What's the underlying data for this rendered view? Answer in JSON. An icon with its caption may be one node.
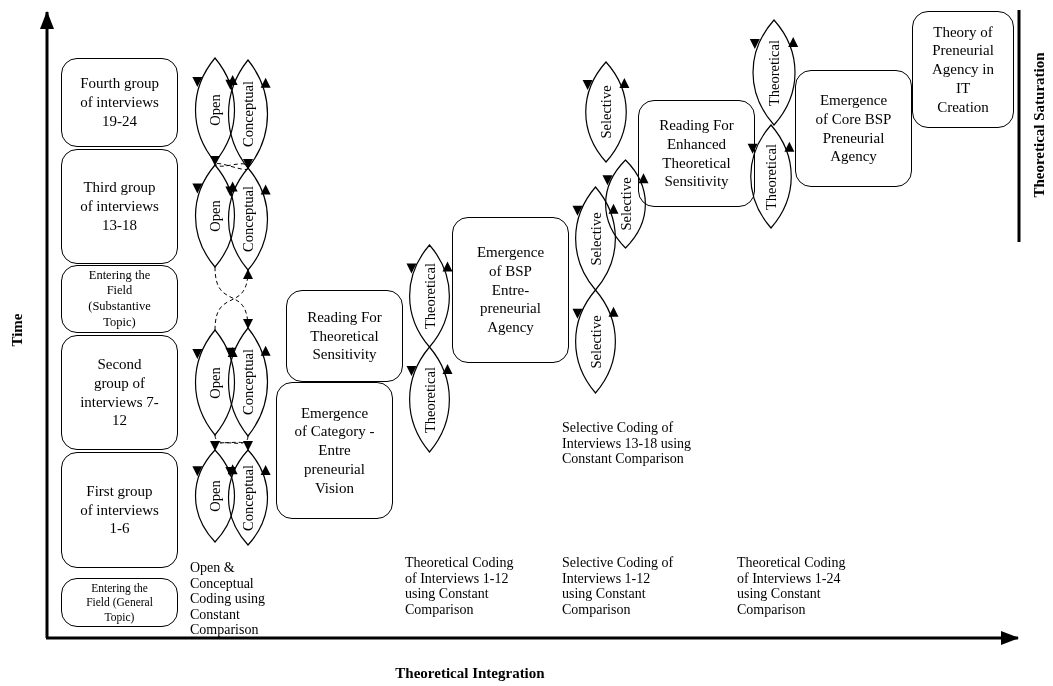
{
  "diagram": {
    "nodes": [
      {
        "text": [
          "Fourth group of interviews 19-24"
        ]
      },
      {
        "text": [
          "Third group of interviews 13-18"
        ]
      },
      {
        "text": [
          "Entering the Field (Substantive Topic)"
        ]
      },
      {
        "text": [
          "Second group of interviews 7-12"
        ]
      },
      {
        "text": [
          "First group of interviews 1-6"
        ]
      },
      {
        "text": [
          "Entering the Field (General Topic)"
        ]
      },
      {
        "text": [
          "Open"
        ]
      },
      {
        "text": [
          "Conceptual"
        ]
      },
      {
        "text": [
          "Open"
        ]
      },
      {
        "text": [
          "Conceptual"
        ]
      },
      {
        "text": [
          "Open"
        ]
      },
      {
        "text": [
          "Conceptual"
        ]
      },
      {
        "text": [
          "Open"
        ]
      },
      {
        "text": [
          "Conceptual"
        ]
      },
      {
        "text": [
          "Reading For Theoretical Sensitivity"
        ]
      },
      {
        "text": [
          "Emergence of Category - Entre preneurial Vision"
        ]
      },
      {
        "text": [
          "Theoretical"
        ]
      },
      {
        "text": [
          "Theoretical"
        ]
      },
      {
        "text": [
          "Emergence of BSP Entre-preneurial Agency"
        ]
      },
      {
        "text": [
          "Selective"
        ]
      },
      {
        "text": [
          "Selective"
        ]
      },
      {
        "text": [
          "Selective"
        ]
      },
      {
        "text": [
          "Selective"
        ]
      },
      {
        "text": [
          "Reading For Enhanced Theoretical Sensitivity"
        ]
      },
      {
        "text": [
          "Theoretical"
        ]
      },
      {
        "text": [
          "Theoretical"
        ]
      },
      {
        "text": [
          "Emergence of Core BSP Preneurial Agency"
        ]
      },
      {
        "text": [
          "Theory of Preneurial Agency in IT Creation"
        ]
      }
    ],
    "edges": [
      {
        "from": 7,
        "to": 8,
        "arrow": "to",
        "style": "dashed"
      },
      {
        "from": 6,
        "to": 9,
        "arrow": "to",
        "style": "dashed"
      },
      {
        "from": 8,
        "to": 11,
        "arrow": "to",
        "style": "dashed"
      },
      {
        "from": 10,
        "to": 9,
        "arrow": "to",
        "style": "dashed"
      },
      {
        "from": 11,
        "to": 12,
        "arrow": "to",
        "style": "dashed"
      },
      {
        "from": 10,
        "to": 13,
        "arrow": "to",
        "style": "dashed"
      }
    ],
    "labels": [
      "Open & Conceptual Coding using Constant Comparison",
      "Theoretical Coding of Interviews 1-12 using Constant Comparison",
      "Selective Coding of Interviews 13-18 using Constant Comparison",
      "Selective Coding of Interviews 1-12 using Constant Comparison",
      "Theoretical Coding of Interviews 1-24 using Constant Comparison",
      "Time",
      "Theoretical Integration",
      "Theoretical Saturation"
    ]
  }
}
